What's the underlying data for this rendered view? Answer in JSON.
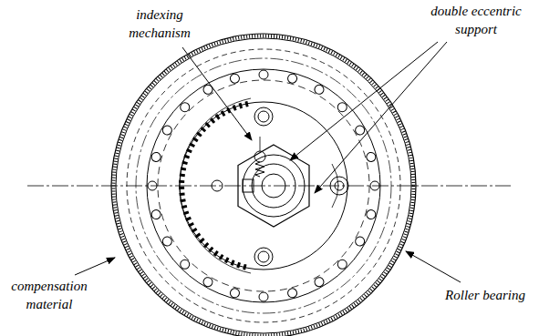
{
  "diagram": {
    "labels": [
      "indexing mechanism",
      "double eccentric support",
      "compensation material",
      "Roller bearing"
    ]
  }
}
